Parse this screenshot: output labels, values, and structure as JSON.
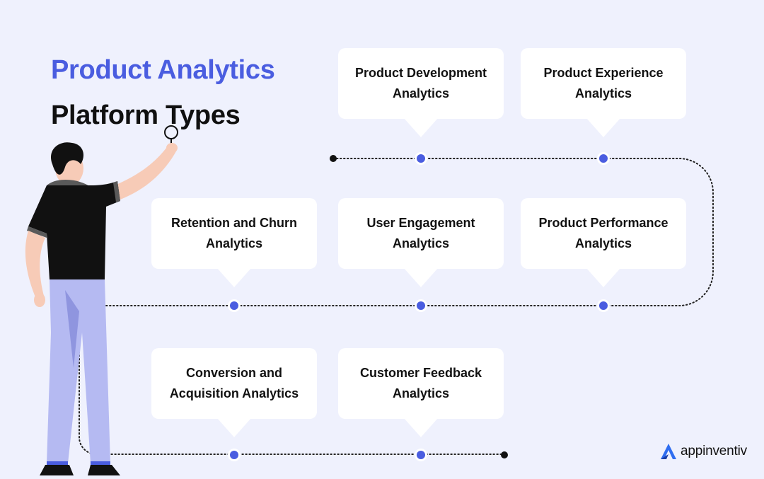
{
  "title": {
    "line1": "Product Analytics",
    "line2": "Platform Types"
  },
  "cards": [
    {
      "line1": "Product Development",
      "line2": "Analytics"
    },
    {
      "line1": "Product Experience",
      "line2": "Analytics"
    },
    {
      "line1": "Retention and Churn",
      "line2": "Analytics"
    },
    {
      "line1": "User Engagement",
      "line2": "Analytics"
    },
    {
      "line1": "Product Performance",
      "line2": "Analytics"
    },
    {
      "line1": "Conversion and",
      "line2": "Acquisition Analytics"
    },
    {
      "line1": "Customer Feedback",
      "line2": "Analytics"
    }
  ],
  "brand": {
    "name": "appinventiv",
    "icon": "appinventiv-logo-icon"
  },
  "colors": {
    "background": "#eff1fd",
    "accent": "#4a5de0",
    "node": "#4a5de0",
    "text": "#111111"
  },
  "illustration": {
    "icon": "person-pointing-illustration"
  }
}
